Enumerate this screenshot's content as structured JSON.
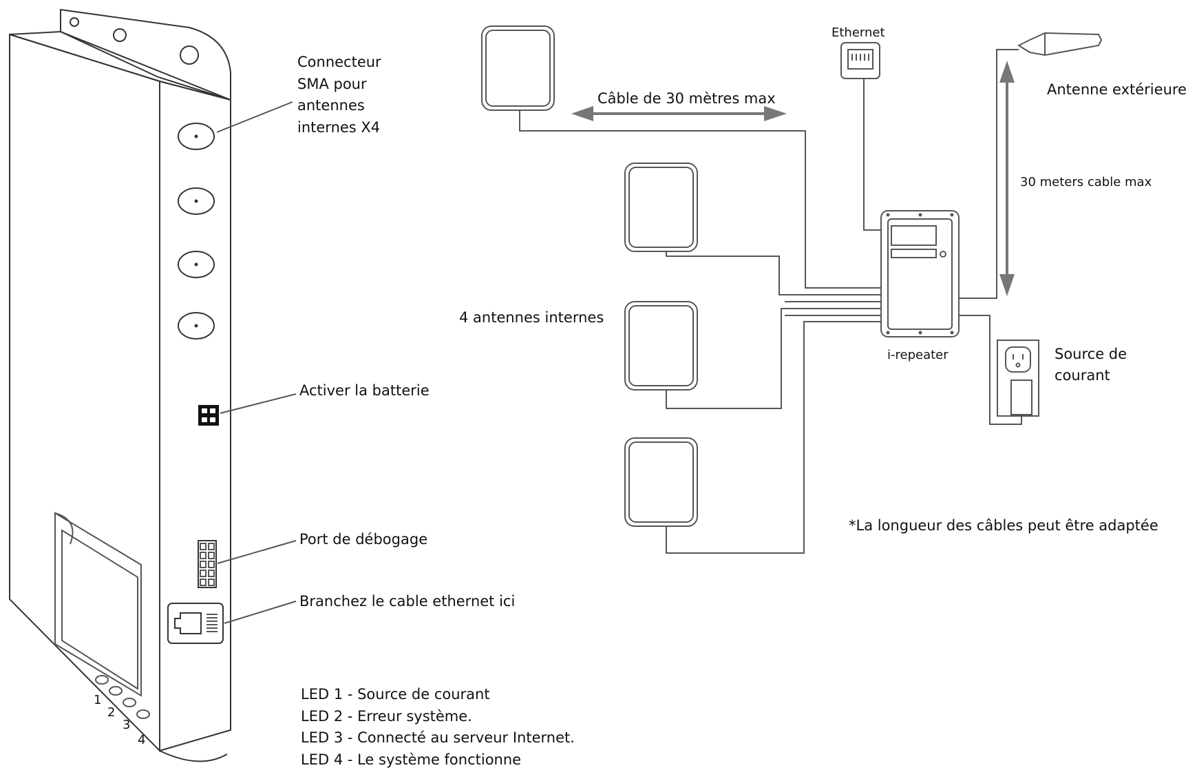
{
  "callouts": {
    "sma": [
      "Connecteur",
      "SMA pour",
      "antennes",
      "internes X4"
    ],
    "battery": "Activer la batterie",
    "debug": "Port de débogage",
    "ethernet_port": "Branchez le cable ethernet ici"
  },
  "leds": {
    "numbers": [
      "1",
      "2",
      "3",
      "4"
    ],
    "legend": [
      "LED 1  - Source de courant",
      "LED 2 -  Erreur système.",
      "LED 3 - Connecté au serveur Internet.",
      "LED 4 - Le système fonctionne"
    ]
  },
  "diagram": {
    "cable_indoor": "Câble de 30 mètres max",
    "ethernet": "Ethernet",
    "external_antenna": "Antenne extérieure",
    "cable_outdoor": "30 meters cable max",
    "internal_antennas": "4 antennes internes",
    "repeater": "i-repeater",
    "power": [
      "Source de",
      "courant"
    ],
    "note": "*La longueur des câbles peut être adaptée"
  },
  "colors": {
    "line": "#555555",
    "arrow": "#777777",
    "text": "#111111"
  }
}
